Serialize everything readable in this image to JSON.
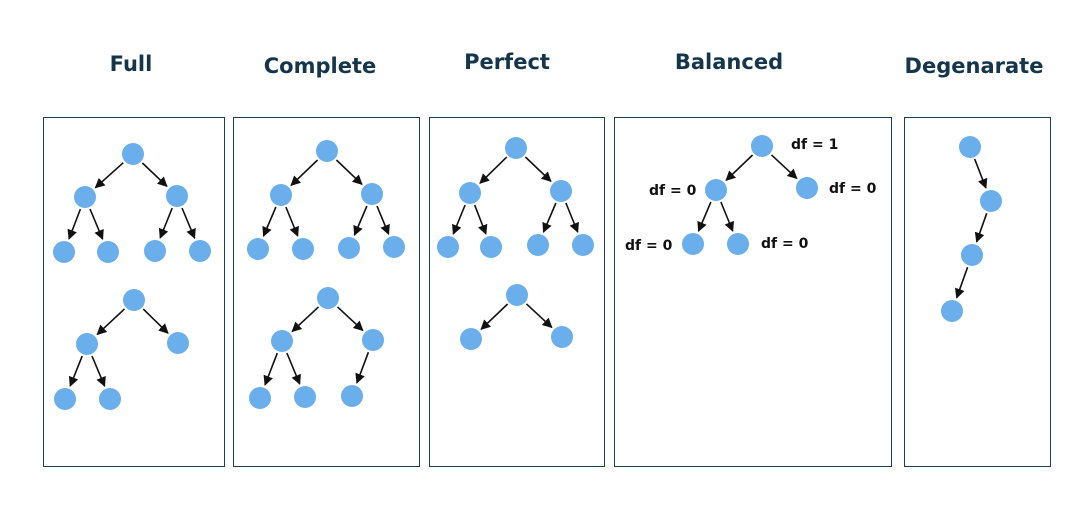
{
  "titles": {
    "full": "Full",
    "complete": "Complete",
    "perfect": "Perfect",
    "balanced": "Balanced",
    "degenerate": "Degenarate"
  },
  "balanced_labels": {
    "root": "df = 1",
    "left": "df = 0",
    "right": "df = 0",
    "left_left": "df = 0",
    "left_right": "df = 0"
  },
  "colors": {
    "node": "#6aaeeb",
    "edge": "#111111",
    "title": "#15354a",
    "panel_border": "#1e3f55"
  }
}
